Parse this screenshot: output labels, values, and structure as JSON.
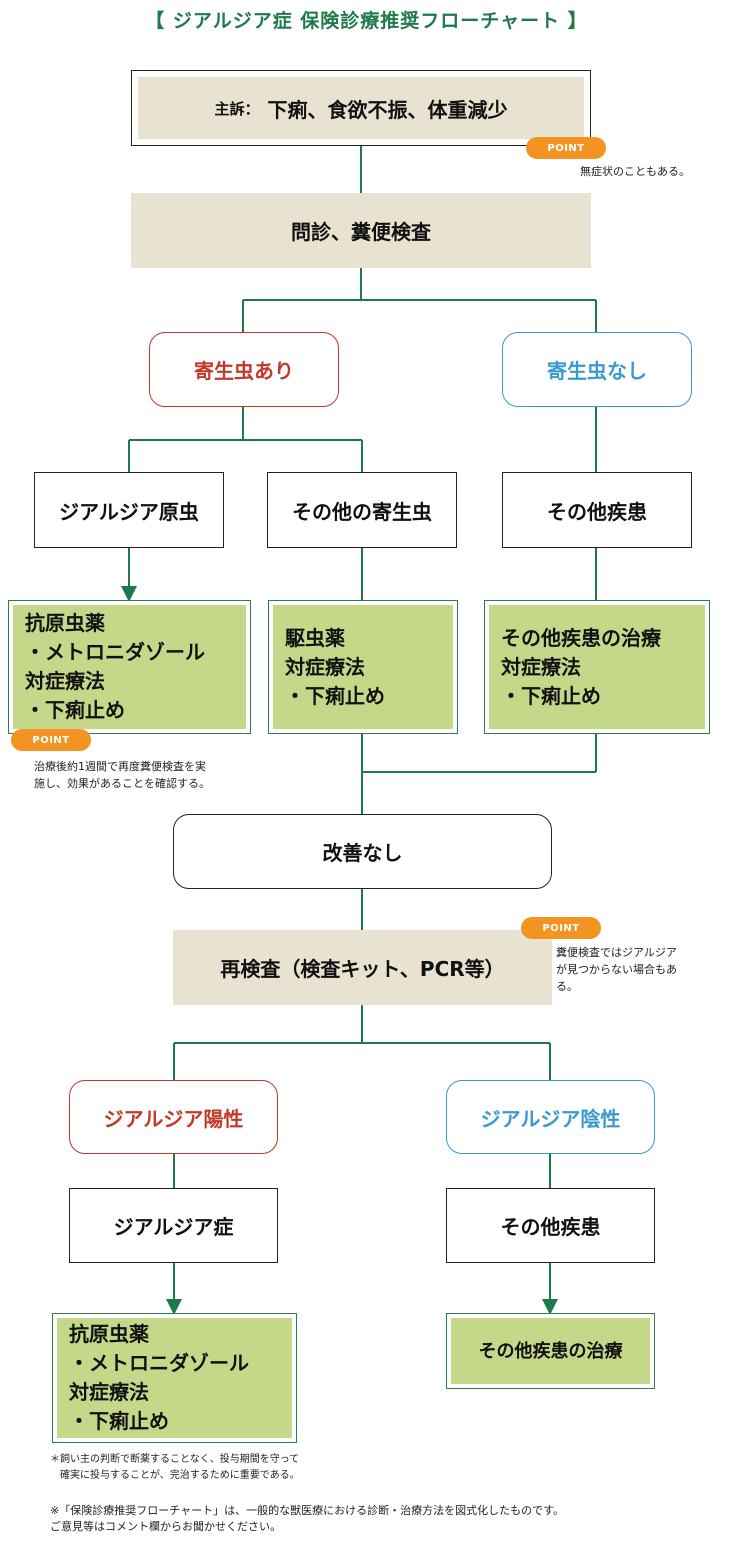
{
  "title": "【 ジアルジア症 保険診療推奨フローチャート 】",
  "chief_complaint": {
    "label": "主訴：",
    "text": "下痢、食欲不振、体重減少"
  },
  "point_badge": "POINT",
  "point_notes": {
    "asymptomatic": "無症状のこともある。",
    "recheck_after_treatment": [
      "治療後約1週間で再度糞便検査を実",
      "施し、効果があることを確認する。"
    ],
    "fecal_may_miss": [
      "糞便検査ではジアルジア",
      "が見つからない場合もあ",
      "る。"
    ]
  },
  "exam": "問診、糞便検査",
  "parasite_yes": "寄生虫あり",
  "parasite_no": "寄生虫なし",
  "giardia_protozoa": "ジアルジア原虫",
  "other_parasites": "その他の寄生虫",
  "other_disease_1": "その他疾患",
  "treatment_giardia_1": [
    "抗原虫薬",
    "・メトロニダゾール",
    "対症療法",
    "・下痢止め"
  ],
  "treatment_other_parasite": [
    "駆虫薬",
    "対症療法",
    "・下痢止め"
  ],
  "treatment_other_disease_1": [
    "その他疾患の治療",
    "対症療法",
    "・下痢止め"
  ],
  "no_improvement": "改善なし",
  "retest": "再検査（検査キット、PCR等）",
  "giardia_positive": "ジアルジア陽性",
  "giardia_negative": "ジアルジア陰性",
  "giardiasis": "ジアルジア症",
  "other_disease_2": "その他疾患",
  "treatment_giardia_2": [
    "抗原虫薬",
    "・メトロニダゾール",
    "対症療法",
    "・下痢止め"
  ],
  "treatment_other_disease_2": "その他疾患の治療",
  "footnote_dosing": [
    "＊飼い主の判断で断薬することなく、投与期間を守って",
    "　確実に投与することが、完治するために重要である。"
  ],
  "disclaimer": [
    "※「保険診療推奨フローチャート」は、一般的な獣医療における診断・治療方法を図式化したものです。",
    "ご意見等はコメント欄からお聞かせください。"
  ],
  "colors": {
    "green": "#1f7a4a",
    "tan": "#e8e2d0",
    "lime": "#c5d88a",
    "red": "#c0392b",
    "blue": "#3a9ad0",
    "orange": "#f39322"
  }
}
